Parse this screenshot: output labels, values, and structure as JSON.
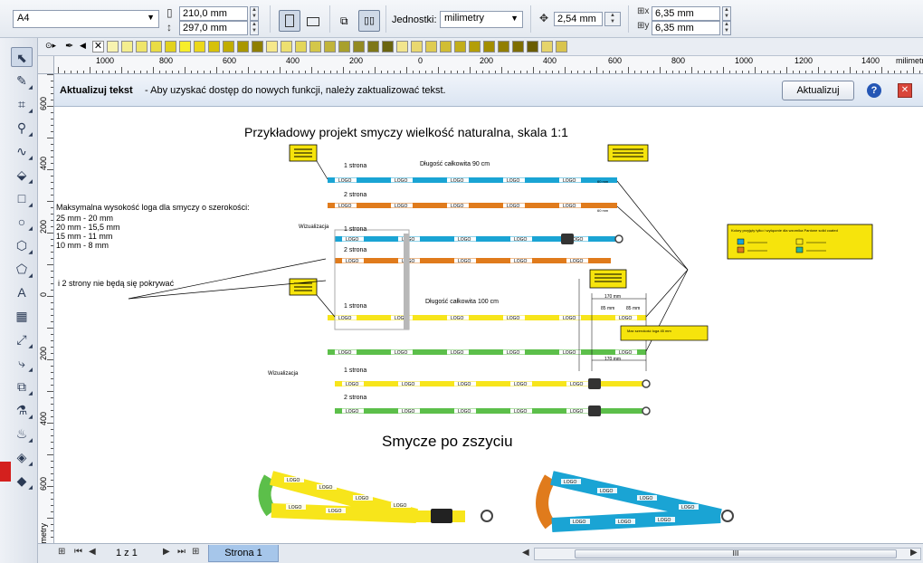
{
  "propbar": {
    "paper_size": "A4",
    "width": "210,0 mm",
    "height": "297,0 mm",
    "units_label": "Jednostki:",
    "units_value": "milimetry",
    "nudge": "2,54 mm",
    "dup_x": "6,35 mm",
    "dup_y": "6,35 mm"
  },
  "palette": {
    "colors": [
      "#f8f3b0",
      "#f4ee8e",
      "#efe56b",
      "#e9dc45",
      "#e2d21f",
      "#f7ee2a",
      "#ecd81a",
      "#d6c10b",
      "#c1ad00",
      "#a99700",
      "#8f7f00",
      "#f6e88a",
      "#ede070",
      "#e3d65a",
      "#d4c749",
      "#c1b43b",
      "#a8a02c",
      "#938a22",
      "#7e7718",
      "#6a640f",
      "#f2e58d",
      "#e9d86f",
      "#dfcc52",
      "#d1bd34",
      "#c2ae1b",
      "#b39e09",
      "#a38e00",
      "#917e00",
      "#7e6d00",
      "#6a5c00",
      "#e6d46a",
      "#d9c44e"
    ]
  },
  "ruler": {
    "h_labels": [
      "1000",
      "800",
      "600",
      "400",
      "200",
      "0",
      "200",
      "400",
      "600",
      "800",
      "1000",
      "1200",
      "1400",
      "milimetry"
    ],
    "v_labels": [
      "600",
      "400",
      "200",
      "0",
      "200",
      "400",
      "600",
      "milimetry"
    ]
  },
  "notify": {
    "title": "Aktualizuj tekst",
    "message": "- Aby uzyskać dostęp do nowych funkcji, należy zaktualizować tekst.",
    "button": "Aktualizuj",
    "help": "?",
    "close": "✕"
  },
  "drawing": {
    "heading": "Przykładowy projekt smyczy wielkość naturalna, skala 1:1",
    "len90": "Długość całkowita 90 cm",
    "len100": "Długość całkowita 100 cm",
    "side1": "1 strona",
    "side2": "2 strona",
    "visual": "Wizualizacja",
    "logo_note_title": "Maksymalna wysokość loga dla smyczy o szerokości:",
    "logo_note_lines": [
      "25 mm - 20 mm",
      "20 mm - 15,5 mm",
      "15 mm - 11 mm",
      "10 mm -  8 mm"
    ],
    "overlap_note": "i 2 strony nie będą się pokrywać",
    "dim_170": "170 mm",
    "dim_85": "85 mm",
    "dim_60": "60 mm",
    "logo": "LOGO",
    "small_note": "Max szerokość loga 45 mm",
    "color_box_title": "Kolory przyjęty tylko i wyłącznie dla wzornika Pantone solid coated",
    "sewn_heading": "Smycze po zszyciu"
  },
  "bottom": {
    "pages": "1 z 1",
    "page_tab": "Strona 1",
    "scroll_grip": "III"
  }
}
